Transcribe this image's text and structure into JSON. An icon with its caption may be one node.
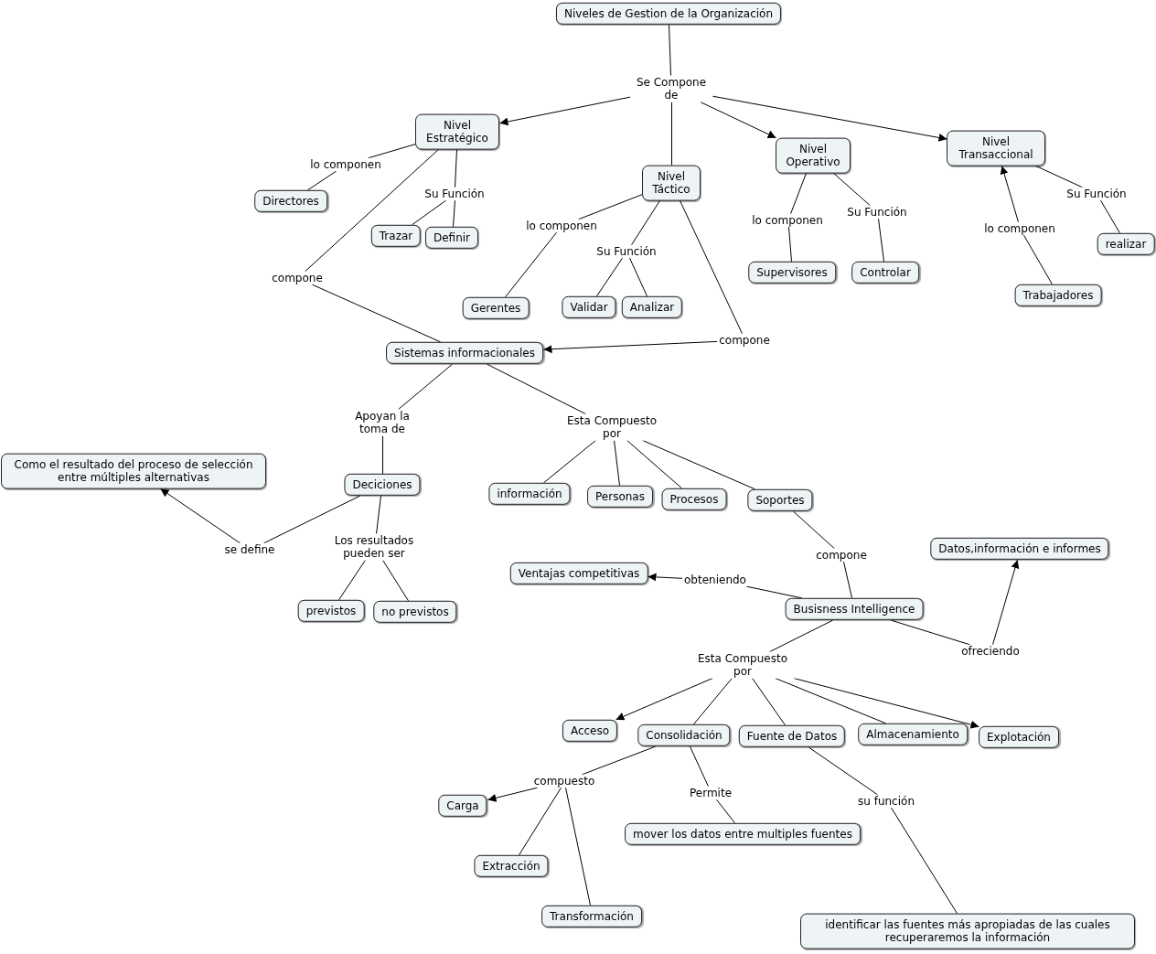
{
  "diagram": {
    "nodes": [
      {
        "text": [
          "Niveles de Gestion de la Organización"
        ]
      },
      {
        "text": [
          "Se Compone de"
        ]
      },
      {
        "text": [
          "Nivel Estratégico"
        ]
      },
      {
        "text": [
          "Nivel Táctico"
        ]
      },
      {
        "text": [
          "Nivel Operativo"
        ]
      },
      {
        "text": [
          "Nivel Transaccional"
        ]
      },
      {
        "text": [
          "lo componen"
        ]
      },
      {
        "text": [
          "Directores"
        ]
      },
      {
        "text": [
          "Su Función"
        ]
      },
      {
        "text": [
          "Trazar"
        ]
      },
      {
        "text": [
          "Definir"
        ]
      },
      {
        "text": [
          "compone"
        ]
      },
      {
        "text": [
          "lo componen"
        ]
      },
      {
        "text": [
          "Gerentes"
        ]
      },
      {
        "text": [
          "Su Función"
        ]
      },
      {
        "text": [
          "Validar"
        ]
      },
      {
        "text": [
          "Analizar"
        ]
      },
      {
        "text": [
          "compone"
        ]
      },
      {
        "text": [
          "lo componen"
        ]
      },
      {
        "text": [
          "Supervisores"
        ]
      },
      {
        "text": [
          "Su Función"
        ]
      },
      {
        "text": [
          "Controlar"
        ]
      },
      {
        "text": [
          "lo componen"
        ]
      },
      {
        "text": [
          "Trabajadores"
        ]
      },
      {
        "text": [
          "Su Función"
        ]
      },
      {
        "text": [
          "realizar"
        ]
      },
      {
        "text": [
          "Sistemas informacionales"
        ]
      },
      {
        "text": [
          "Apoyan la toma de"
        ]
      },
      {
        "text": [
          "Esta Compuesto por"
        ]
      },
      {
        "text": [
          "Deciciones"
        ]
      },
      {
        "text": [
          "se define"
        ]
      },
      {
        "text": [
          "Como el resultado del proceso de selección entre múltiples alternativas"
        ]
      },
      {
        "text": [
          "Los resultados pueden ser"
        ]
      },
      {
        "text": [
          "previstos"
        ]
      },
      {
        "text": [
          "no previstos"
        ]
      },
      {
        "text": [
          "información"
        ]
      },
      {
        "text": [
          "Personas"
        ]
      },
      {
        "text": [
          "Procesos"
        ]
      },
      {
        "text": [
          "Soportes"
        ]
      },
      {
        "text": [
          "compone"
        ]
      },
      {
        "text": [
          "Busisness Intelligence"
        ]
      },
      {
        "text": [
          "Ventajas competitivas"
        ]
      },
      {
        "text": [
          "obteniendo"
        ]
      },
      {
        "text": [
          "Datos,información e informes"
        ]
      },
      {
        "text": [
          "ofreciendo"
        ]
      },
      {
        "text": [
          "Esta Compuesto por"
        ]
      },
      {
        "text": [
          "Acceso"
        ]
      },
      {
        "text": [
          "Consolidación"
        ]
      },
      {
        "text": [
          "Fuente de Datos"
        ]
      },
      {
        "text": [
          "Almacenamiento"
        ]
      },
      {
        "text": [
          "Explotación"
        ]
      },
      {
        "text": [
          "compuesto"
        ]
      },
      {
        "text": [
          "Carga"
        ]
      },
      {
        "text": [
          "Extracción"
        ]
      },
      {
        "text": [
          "Transformación"
        ]
      },
      {
        "text": [
          "Permite"
        ]
      },
      {
        "text": [
          "mover los datos entre multiples fuentes"
        ]
      },
      {
        "text": [
          "su función"
        ]
      },
      {
        "text": [
          "identificar las fuentes más apropiadas de las cuales recuperaremos la información"
        ]
      }
    ],
    "edges": [
      {
        "from": 0,
        "to": 1,
        "arrow": "none"
      },
      {
        "from": 1,
        "to": 2,
        "arrow": "to"
      },
      {
        "from": 1,
        "to": 3,
        "arrow": "none"
      },
      {
        "from": 1,
        "to": 4,
        "arrow": "to"
      },
      {
        "from": 1,
        "to": 5,
        "arrow": "to"
      },
      {
        "from": 2,
        "to": 6,
        "arrow": "none"
      },
      {
        "from": 6,
        "to": 7,
        "arrow": "none"
      },
      {
        "from": 2,
        "to": 8,
        "arrow": "none"
      },
      {
        "from": 8,
        "to": 9,
        "arrow": "none"
      },
      {
        "from": 8,
        "to": 10,
        "arrow": "none"
      },
      {
        "from": 2,
        "to": 11,
        "arrow": "none"
      },
      {
        "from": 11,
        "to": 26,
        "arrow": "none"
      },
      {
        "from": 3,
        "to": 12,
        "arrow": "none"
      },
      {
        "from": 12,
        "to": 13,
        "arrow": "none"
      },
      {
        "from": 3,
        "to": 14,
        "arrow": "none"
      },
      {
        "from": 14,
        "to": 15,
        "arrow": "none"
      },
      {
        "from": 14,
        "to": 16,
        "arrow": "none"
      },
      {
        "from": 3,
        "to": 17,
        "arrow": "none"
      },
      {
        "from": 17,
        "to": 26,
        "arrow": "to"
      },
      {
        "from": 4,
        "to": 18,
        "arrow": "none"
      },
      {
        "from": 18,
        "to": 19,
        "arrow": "none"
      },
      {
        "from": 4,
        "to": 20,
        "arrow": "none"
      },
      {
        "from": 20,
        "to": 21,
        "arrow": "none"
      },
      {
        "from": 23,
        "to": 22,
        "arrow": "none"
      },
      {
        "from": 22,
        "to": 5,
        "arrow": "to"
      },
      {
        "from": 5,
        "to": 24,
        "arrow": "none"
      },
      {
        "from": 24,
        "to": 25,
        "arrow": "none"
      },
      {
        "from": 26,
        "to": 27,
        "arrow": "none"
      },
      {
        "from": 27,
        "to": 29,
        "arrow": "none"
      },
      {
        "from": 26,
        "to": 28,
        "arrow": "none"
      },
      {
        "from": 28,
        "to": 35,
        "arrow": "none"
      },
      {
        "from": 28,
        "to": 36,
        "arrow": "none"
      },
      {
        "from": 28,
        "to": 37,
        "arrow": "none"
      },
      {
        "from": 28,
        "to": 38,
        "arrow": "none"
      },
      {
        "from": 29,
        "to": 30,
        "arrow": "none"
      },
      {
        "from": 30,
        "to": 31,
        "arrow": "to"
      },
      {
        "from": 29,
        "to": 32,
        "arrow": "none"
      },
      {
        "from": 32,
        "to": 33,
        "arrow": "none"
      },
      {
        "from": 32,
        "to": 34,
        "arrow": "none"
      },
      {
        "from": 38,
        "to": 39,
        "arrow": "none"
      },
      {
        "from": 39,
        "to": 40,
        "arrow": "none"
      },
      {
        "from": 40,
        "to": 42,
        "arrow": "none"
      },
      {
        "from": 42,
        "to": 41,
        "arrow": "to"
      },
      {
        "from": 40,
        "to": 44,
        "arrow": "none"
      },
      {
        "from": 44,
        "to": 43,
        "arrow": "to"
      },
      {
        "from": 40,
        "to": 45,
        "arrow": "none"
      },
      {
        "from": 45,
        "to": 46,
        "arrow": "to"
      },
      {
        "from": 45,
        "to": 47,
        "arrow": "none"
      },
      {
        "from": 45,
        "to": 48,
        "arrow": "none"
      },
      {
        "from": 45,
        "to": 49,
        "arrow": "none"
      },
      {
        "from": 45,
        "to": 50,
        "arrow": "to"
      },
      {
        "from": 47,
        "to": 51,
        "arrow": "none"
      },
      {
        "from": 51,
        "to": 52,
        "arrow": "to"
      },
      {
        "from": 51,
        "to": 53,
        "arrow": "none"
      },
      {
        "from": 51,
        "to": 54,
        "arrow": "none"
      },
      {
        "from": 47,
        "to": 55,
        "arrow": "none"
      },
      {
        "from": 55,
        "to": 56,
        "arrow": "none"
      },
      {
        "from": 48,
        "to": 57,
        "arrow": "none"
      },
      {
        "from": 57,
        "to": 58,
        "arrow": "none"
      }
    ]
  }
}
